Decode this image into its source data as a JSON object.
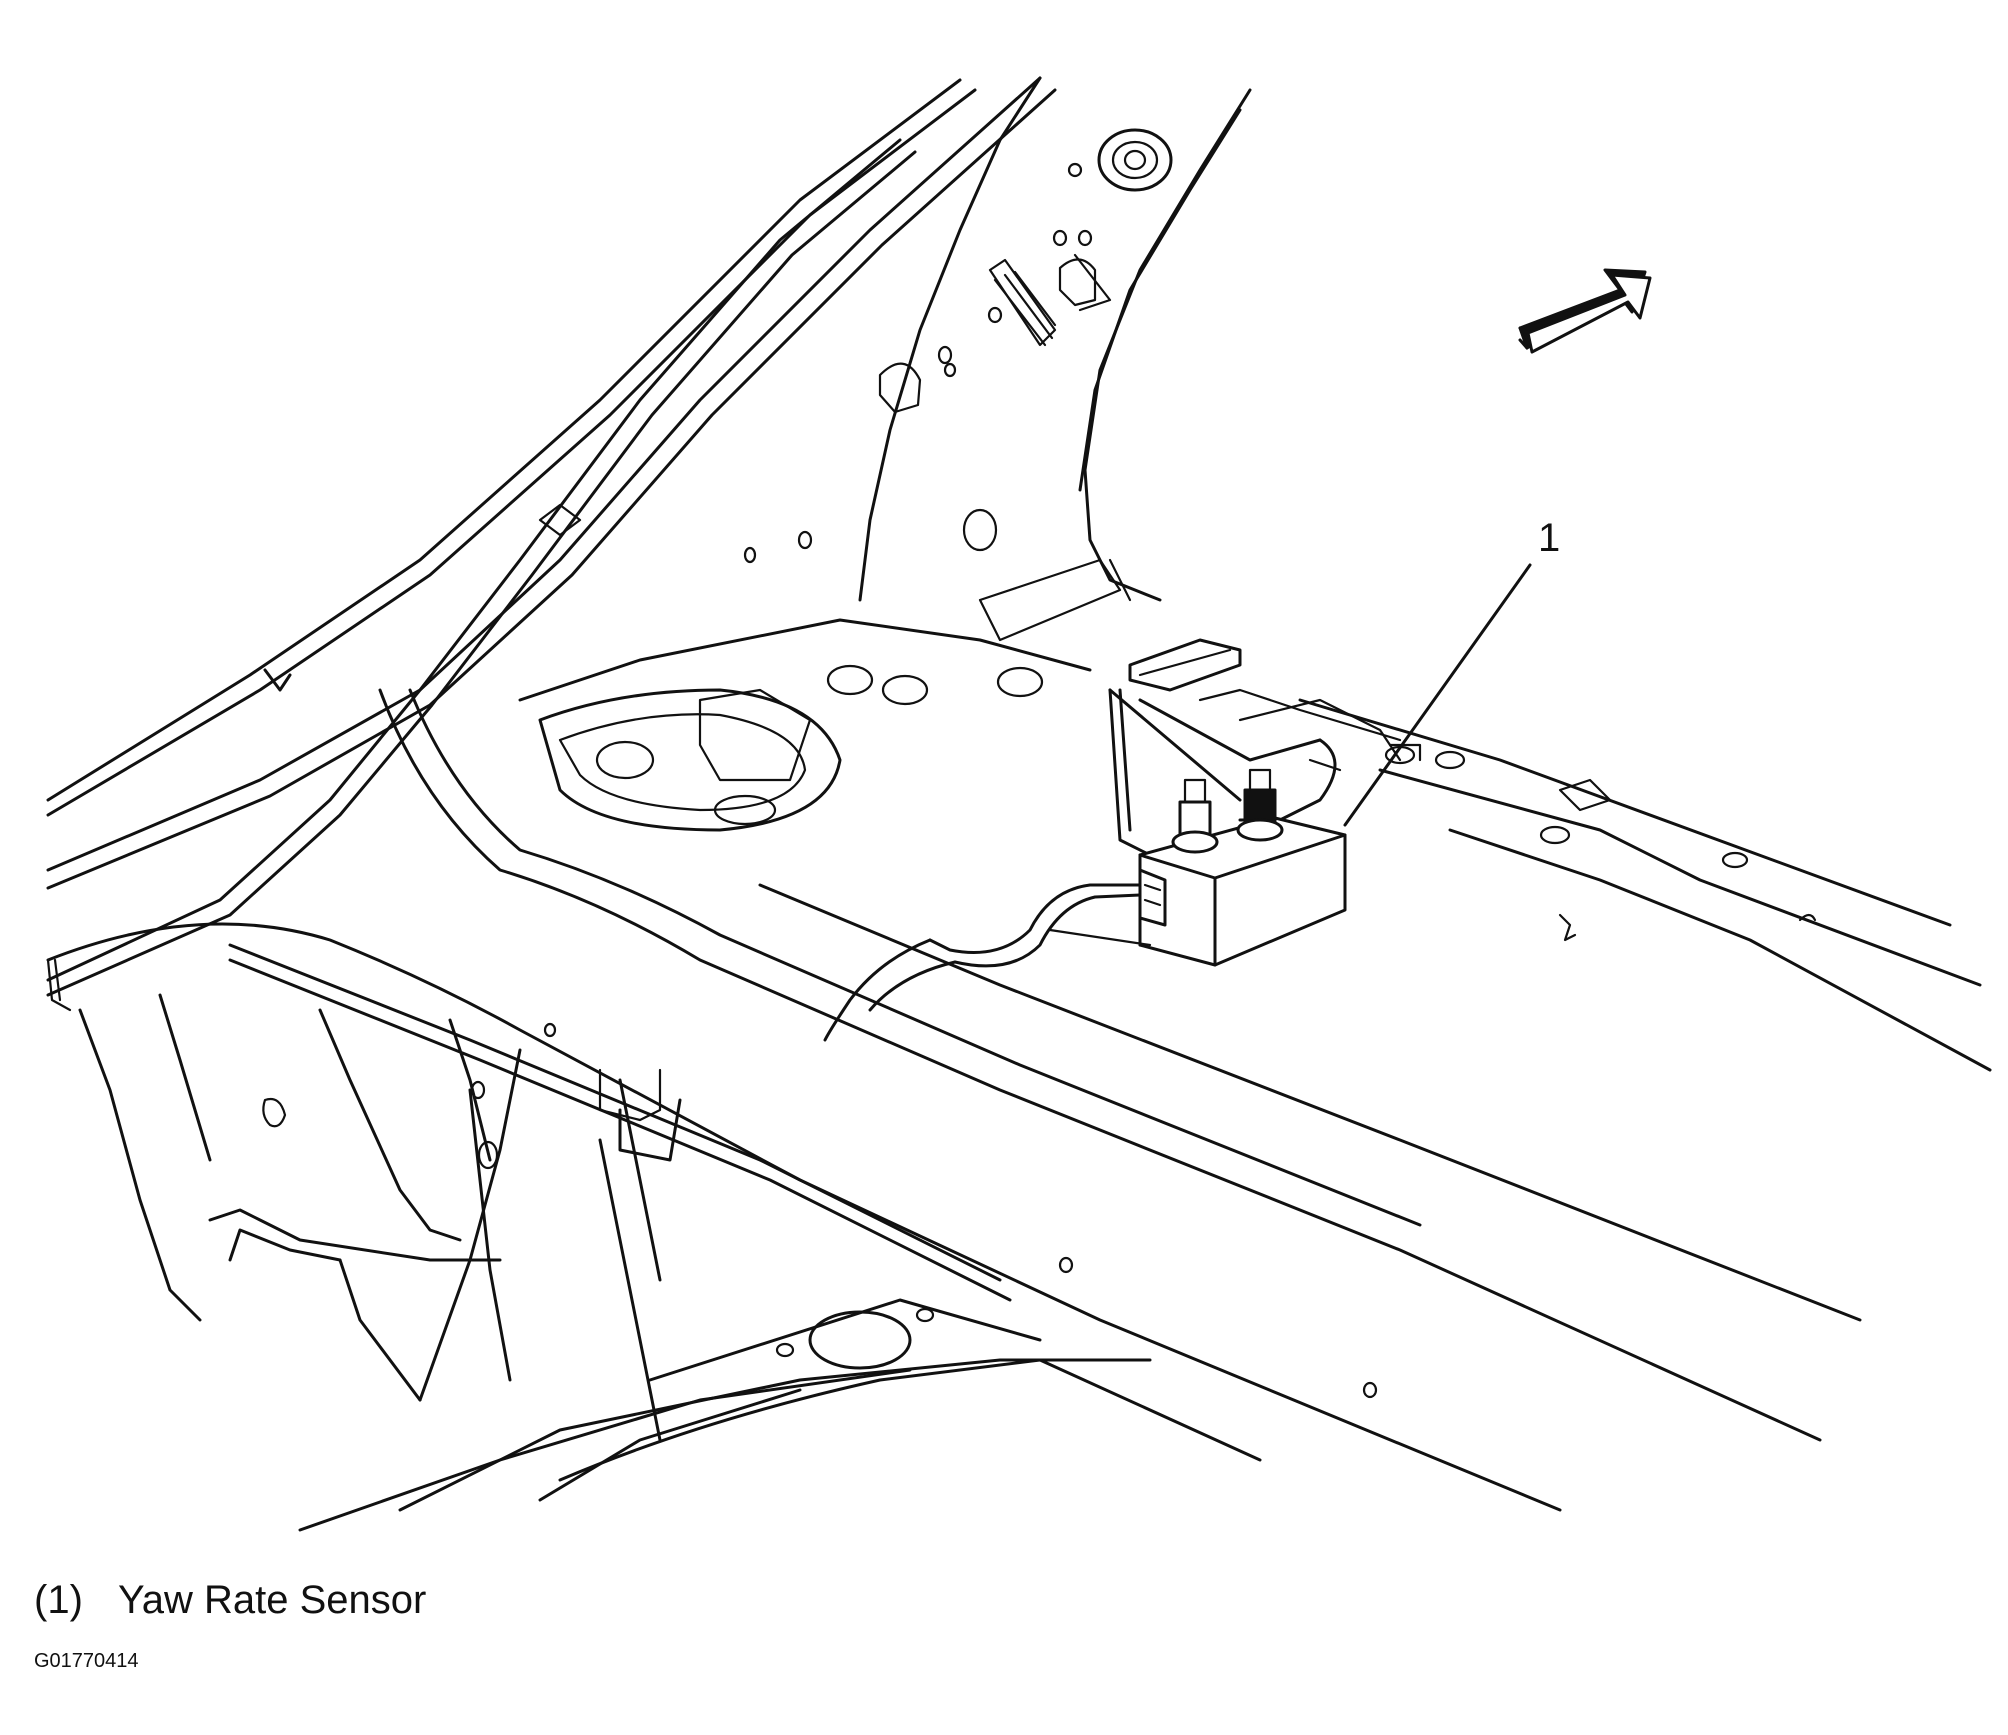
{
  "callout": {
    "number": "1"
  },
  "legend": {
    "items": [
      {
        "number": "(1)",
        "label": "Yaw Rate Sensor"
      }
    ]
  },
  "figure_id": "G01770414",
  "icons": {
    "direction_arrow": "forward-arrow-icon"
  }
}
